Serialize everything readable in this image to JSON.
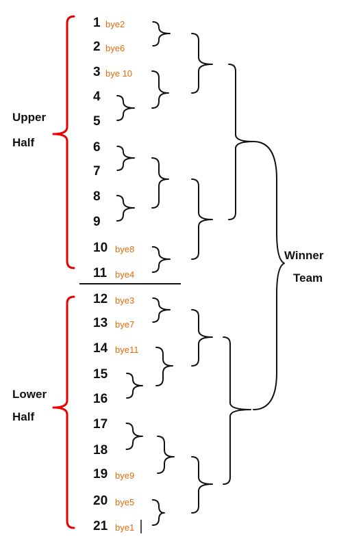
{
  "teams": [
    {
      "id": "1",
      "bye": "bye2"
    },
    {
      "id": "2",
      "bye": "bye6"
    },
    {
      "id": "3",
      "bye": "bye 10"
    },
    {
      "id": "4",
      "bye": ""
    },
    {
      "id": "5",
      "bye": ""
    },
    {
      "id": "6",
      "bye": ""
    },
    {
      "id": "7",
      "bye": ""
    },
    {
      "id": "8",
      "bye": ""
    },
    {
      "id": "9",
      "bye": ""
    },
    {
      "id": "10",
      "bye": "bye8"
    },
    {
      "id": "11",
      "bye": "bye4"
    },
    {
      "id": "12",
      "bye": "bye3"
    },
    {
      "id": "13",
      "bye": "bye7"
    },
    {
      "id": "14",
      "bye": "bye11"
    },
    {
      "id": "15",
      "bye": ""
    },
    {
      "id": "16",
      "bye": ""
    },
    {
      "id": "17",
      "bye": ""
    },
    {
      "id": "18",
      "bye": ""
    },
    {
      "id": "19",
      "bye": "bye9"
    },
    {
      "id": "20",
      "bye": "bye5"
    },
    {
      "id": "21",
      "bye": "bye1"
    }
  ],
  "halves": {
    "upper": [
      "Upper",
      "Half"
    ],
    "lower": [
      "Lower",
      "Half"
    ]
  },
  "winner": [
    "Winner",
    "Team"
  ],
  "colors": {
    "text": "#111111",
    "bye": "#e36c09",
    "half_brace": "#e60000",
    "brace": "#111111"
  }
}
